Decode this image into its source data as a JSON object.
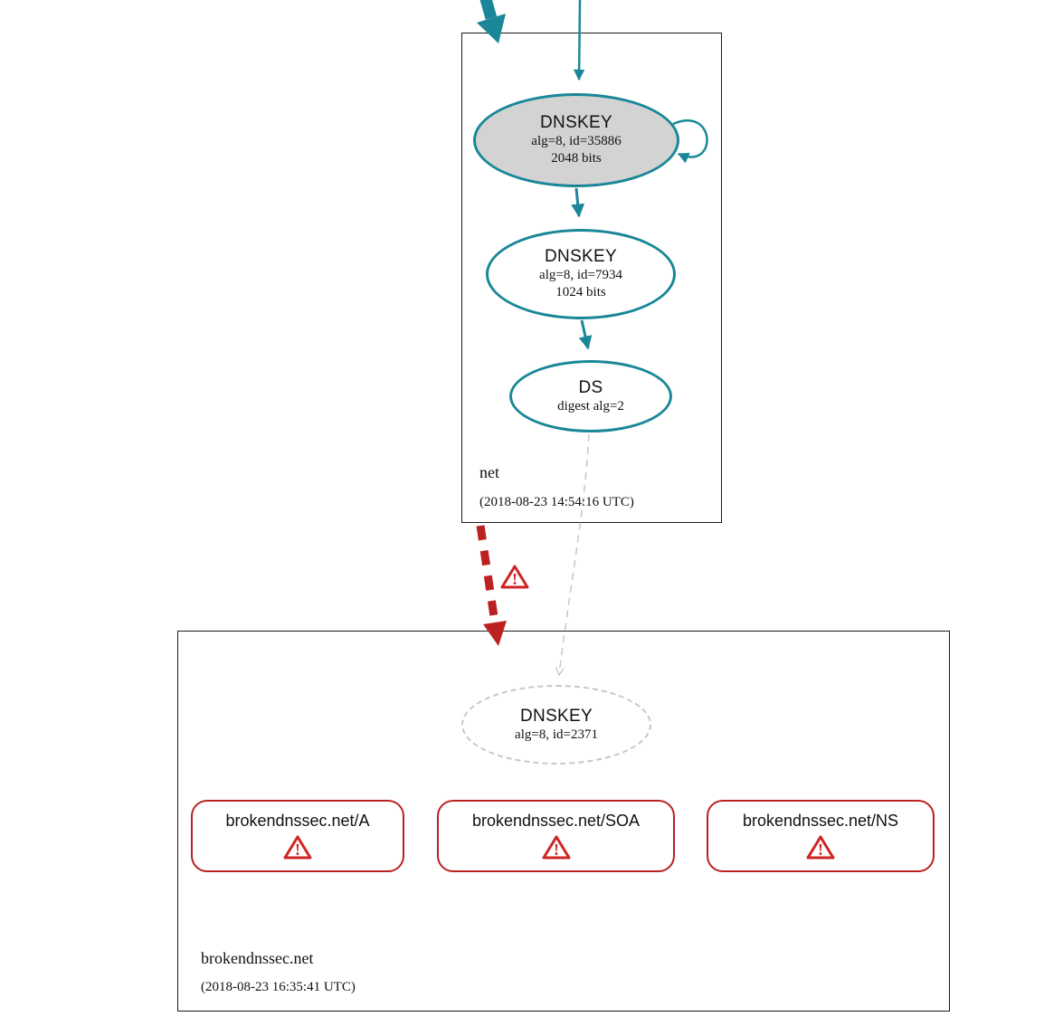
{
  "colors": {
    "teal": "#1a8799",
    "red": "#bb2121",
    "warning-red": "#cf2424",
    "gray-fill": "#d3d3d3",
    "dashed-gray": "#c6c6c6"
  },
  "icons": {
    "warning": "!"
  },
  "zones": {
    "net": {
      "name": "net",
      "timestamp": "(2018-08-23 14:54:16 UTC)",
      "nodes": {
        "ksk": {
          "title": "DNSKEY",
          "detail": "alg=8, id=35886",
          "bits": "2048 bits"
        },
        "zsk": {
          "title": "DNSKEY",
          "detail": "alg=8, id=7934",
          "bits": "1024 bits"
        },
        "ds": {
          "title": "DS",
          "detail": "digest alg=2"
        }
      }
    },
    "brokendnssec": {
      "name": "brokendnssec.net",
      "timestamp": "(2018-08-23 16:35:41 UTC)",
      "dnskey": {
        "title": "DNSKEY",
        "detail": "alg=8, id=2371"
      },
      "rrsets": [
        {
          "label": "brokendnssec.net/A"
        },
        {
          "label": "brokendnssec.net/SOA"
        },
        {
          "label": "brokendnssec.net/NS"
        }
      ]
    }
  }
}
